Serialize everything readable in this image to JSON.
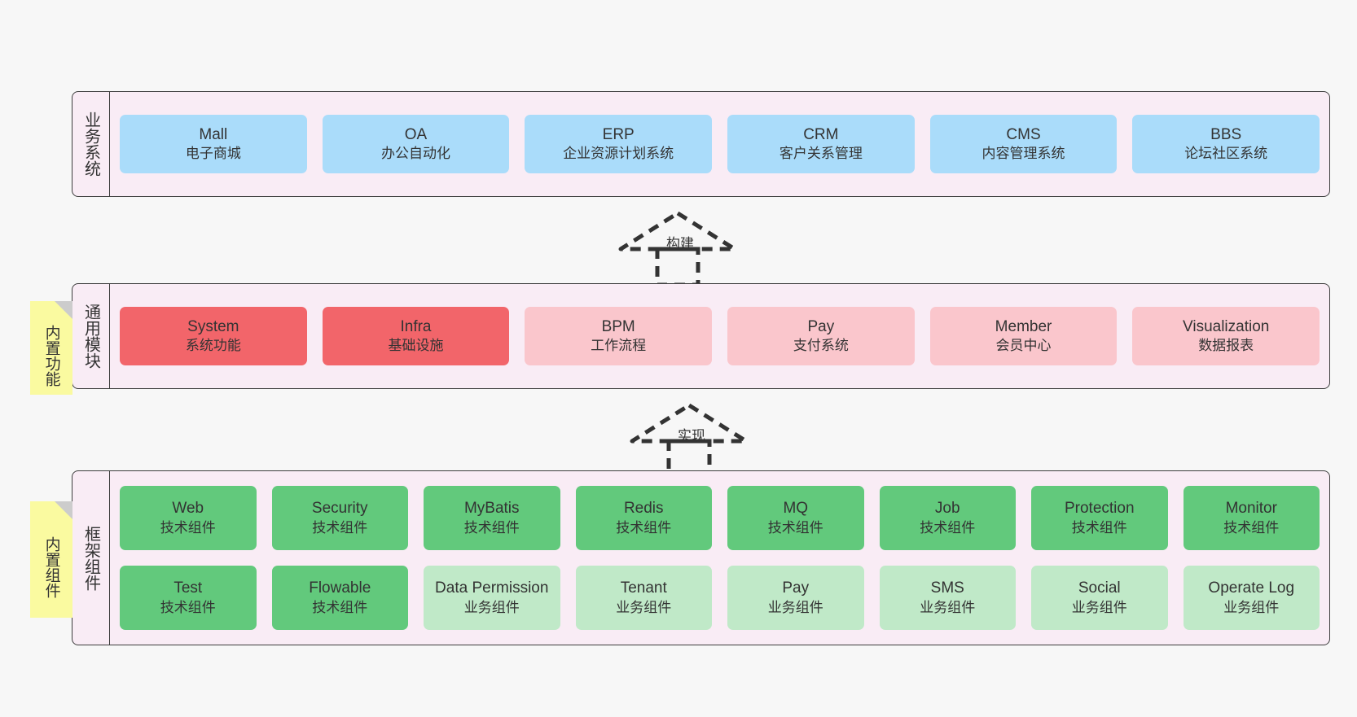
{
  "diagram": {
    "background_color": "#f7f7f7",
    "panel_color": "#f9ecf5",
    "panel_border_color": "#3d3d3d",
    "note_color": "#fafaa0"
  },
  "layers": [
    {
      "id": "business",
      "title": "业务系统",
      "rows": [
        {
          "cells": [
            {
              "t1": "Mall",
              "t2": "电子商城",
              "style": "c-blue",
              "color": "#aadcfa"
            },
            {
              "t1": "OA",
              "t2": "办公自动化",
              "style": "c-blue",
              "color": "#aadcfa"
            },
            {
              "t1": "ERP",
              "t2": "企业资源计划系统",
              "style": "c-blue",
              "color": "#aadcfa"
            },
            {
              "t1": "CRM",
              "t2": "客户关系管理",
              "style": "c-blue",
              "color": "#aadcfa"
            },
            {
              "t1": "CMS",
              "t2": "内容管理系统",
              "style": "c-blue",
              "color": "#aadcfa"
            },
            {
              "t1": "BBS",
              "t2": "论坛社区系统",
              "style": "c-blue",
              "color": "#aadcfa"
            }
          ]
        }
      ]
    },
    {
      "id": "general",
      "title": "通用模块",
      "rows": [
        {
          "cells": [
            {
              "t1": "System",
              "t2": "系统功能",
              "style": "c-red",
              "color": "#f2656a"
            },
            {
              "t1": "Infra",
              "t2": "基础设施",
              "style": "c-red",
              "color": "#f2656a"
            },
            {
              "t1": "BPM",
              "t2": "工作流程",
              "style": "c-pink",
              "color": "#fac6cc"
            },
            {
              "t1": "Pay",
              "t2": "支付系统",
              "style": "c-pink",
              "color": "#fac6cc"
            },
            {
              "t1": "Member",
              "t2": "会员中心",
              "style": "c-pink",
              "color": "#fac6cc"
            },
            {
              "t1": "Visualization",
              "t2": "数据报表",
              "style": "c-pink",
              "color": "#fac6cc"
            }
          ]
        }
      ]
    },
    {
      "id": "framework",
      "title": "框架组件",
      "rows": [
        {
          "cells": [
            {
              "t1": "Web",
              "t2": "技术组件",
              "style": "c-green",
              "color": "#62c97c"
            },
            {
              "t1": "Security",
              "t2": "技术组件",
              "style": "c-green",
              "color": "#62c97c"
            },
            {
              "t1": "MyBatis",
              "t2": "技术组件",
              "style": "c-green",
              "color": "#62c97c"
            },
            {
              "t1": "Redis",
              "t2": "技术组件",
              "style": "c-green",
              "color": "#62c97c"
            },
            {
              "t1": "MQ",
              "t2": "技术组件",
              "style": "c-green",
              "color": "#62c97c"
            },
            {
              "t1": "Job",
              "t2": "技术组件",
              "style": "c-green",
              "color": "#62c97c"
            },
            {
              "t1": "Protection",
              "t2": "技术组件",
              "style": "c-green",
              "color": "#62c97c"
            },
            {
              "t1": "Monitor",
              "t2": "技术组件",
              "style": "c-green",
              "color": "#62c97c"
            }
          ]
        },
        {
          "cells": [
            {
              "t1": "Test",
              "t2": "技术组件",
              "style": "c-green",
              "color": "#62c97c"
            },
            {
              "t1": "Flowable",
              "t2": "技术组件",
              "style": "c-green",
              "color": "#62c97c"
            },
            {
              "t1": "Data Permission",
              "t2": "业务组件",
              "style": "c-greenlight",
              "color": "#c0e9c8"
            },
            {
              "t1": "Tenant",
              "t2": "业务组件",
              "style": "c-greenlight",
              "color": "#c0e9c8"
            },
            {
              "t1": "Pay",
              "t2": "业务组件",
              "style": "c-greenlight",
              "color": "#c0e9c8"
            },
            {
              "t1": "SMS",
              "t2": "业务组件",
              "style": "c-greenlight",
              "color": "#c0e9c8"
            },
            {
              "t1": "Social",
              "t2": "业务组件",
              "style": "c-greenlight",
              "color": "#c0e9c8"
            },
            {
              "t1": "Operate Log",
              "t2": "业务组件",
              "style": "c-greenlight",
              "color": "#c0e9c8"
            }
          ]
        }
      ]
    }
  ],
  "notes": [
    {
      "id": "functions",
      "label": "内置功能"
    },
    {
      "id": "components",
      "label": "内置组件"
    }
  ],
  "arrows": [
    {
      "id": "build",
      "label": "构建"
    },
    {
      "id": "impl",
      "label": "实现"
    }
  ]
}
